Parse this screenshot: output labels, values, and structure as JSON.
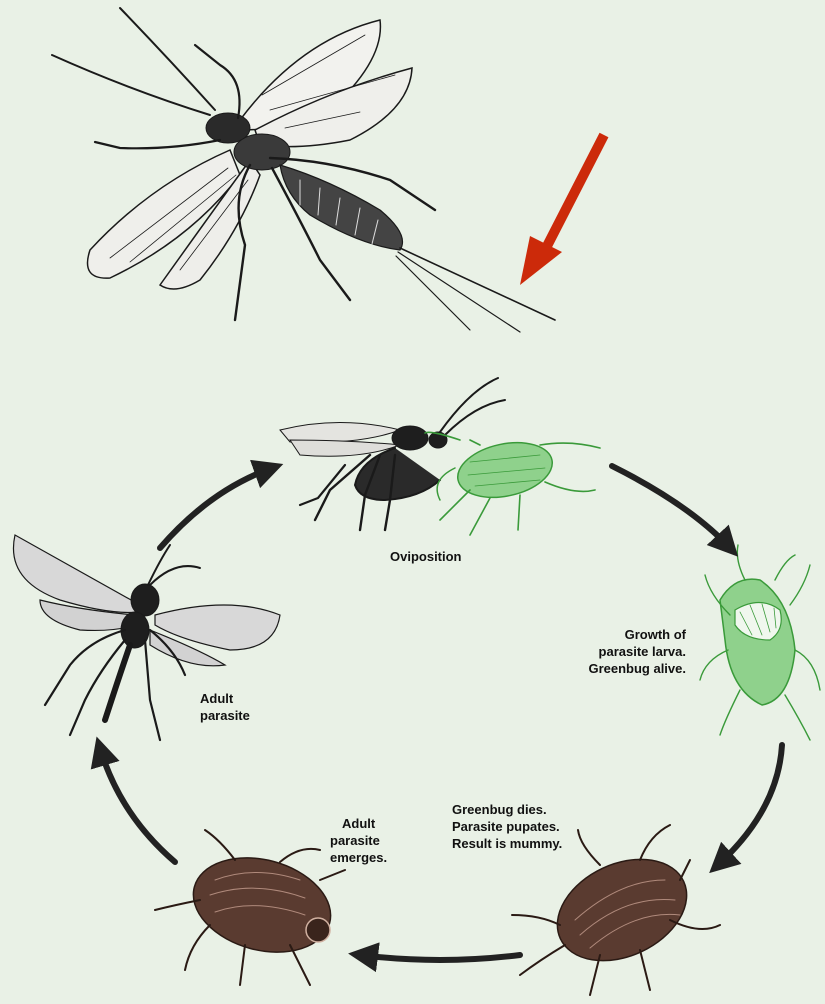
{
  "colors": {
    "background": "#e9f1e6",
    "indicator_arrow": "#cc2a0a",
    "cycle_arrows": "#222222",
    "wasp": "#1a1a1a",
    "wing": "#d8d8d8",
    "greenbug": "#8fd18c",
    "greenbug_outline": "#3a9a3a",
    "mummy": "#5a3b30"
  },
  "icons": [
    "wasp-illustration",
    "red-arrow",
    "greenbug",
    "mummy",
    "cycle-arrow"
  ],
  "labels": {
    "oviposition": "Oviposition",
    "growth": [
      "Growth of",
      "parasite larva.",
      "Greenbug alive."
    ],
    "mummy": [
      "Greenbug dies.",
      "Parasite pupates.",
      "Result is mummy."
    ],
    "emerges": [
      "Adult",
      "parasite",
      "emerges."
    ],
    "adult": [
      "Adult",
      "parasite"
    ]
  }
}
